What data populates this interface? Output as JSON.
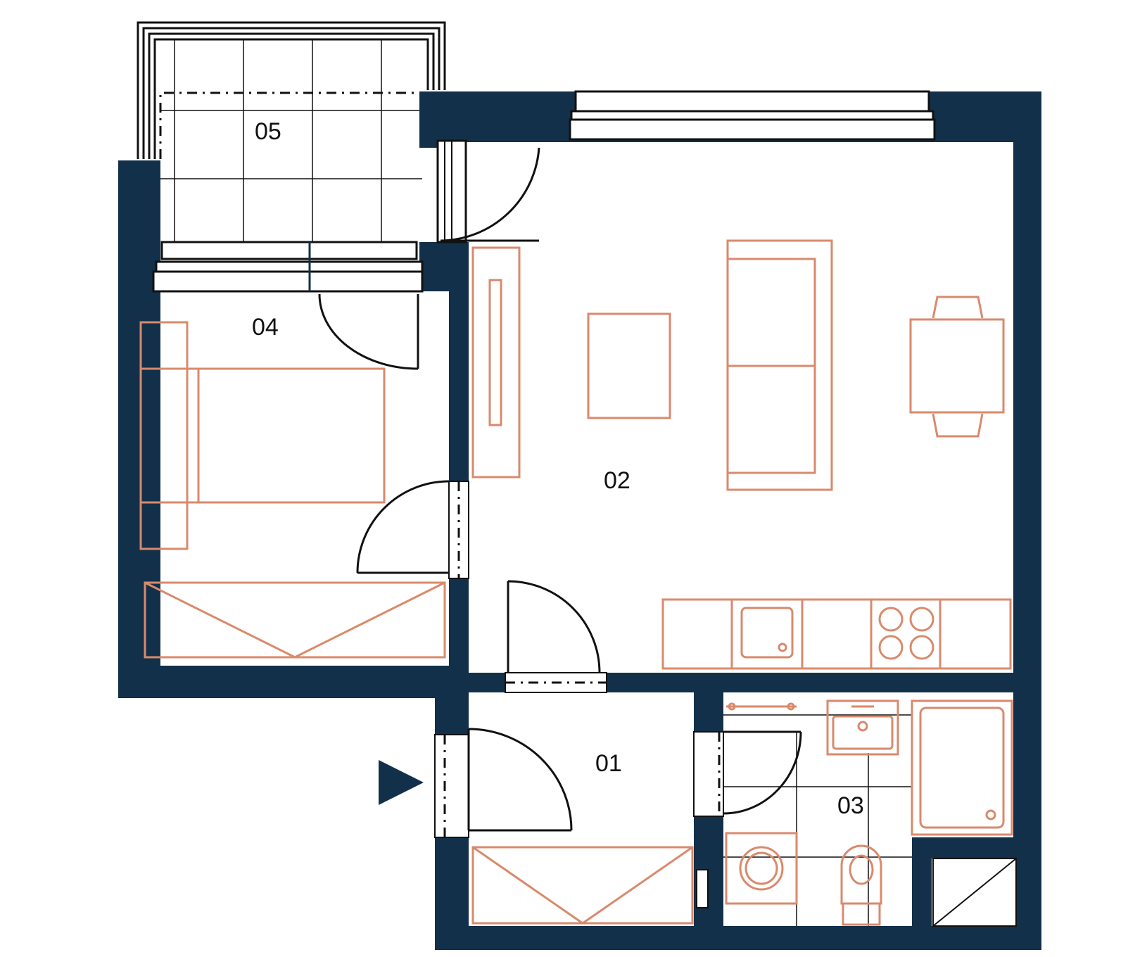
{
  "colors": {
    "wall": "#12304a",
    "furniture": "#d98a6c",
    "line": "#111111",
    "background": "#ffffff"
  },
  "rooms": [
    {
      "id": "room-01",
      "label": "01"
    },
    {
      "id": "room-02",
      "label": "02"
    },
    {
      "id": "room-03",
      "label": "03"
    },
    {
      "id": "room-04",
      "label": "04"
    },
    {
      "id": "room-05",
      "label": "05"
    }
  ],
  "entrance": {
    "icon": "entrance-arrow-icon"
  }
}
